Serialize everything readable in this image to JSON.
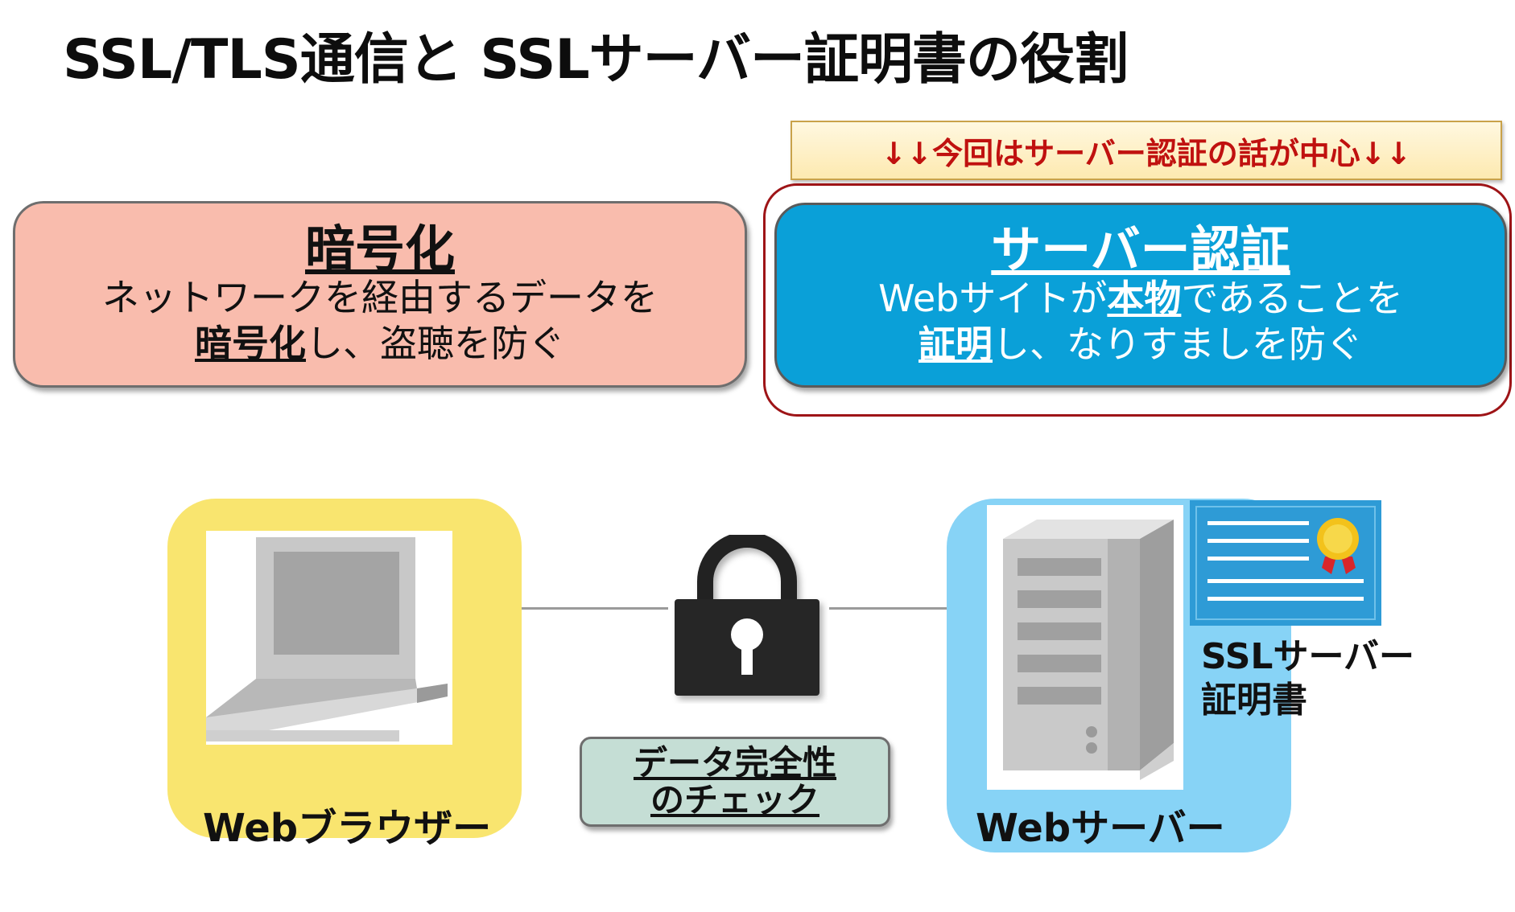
{
  "title": "SSL/TLS通信と SSLサーバー証明書の役割",
  "banner": "↓↓今回はサーバー認証の話が中心↓↓",
  "encryption": {
    "heading": "暗号化",
    "line1": "ネットワークを経由するデータを",
    "line2_em": "暗号化",
    "line2_rest": "し、盗聴を防ぐ"
  },
  "server_auth": {
    "heading": "サーバー認証",
    "line1_pre": "Webサイトが",
    "line1_em": "本物",
    "line1_post": "であることを",
    "line2_em": "証明",
    "line2_rest": "し、なりすましを防ぐ"
  },
  "browser_label": "Webブラウザー",
  "integrity": {
    "line1": "データ完全性",
    "line2": "のチェック"
  },
  "server_label": "Webサーバー",
  "cert_label": {
    "line1": "SSLサーバー",
    "line2": "証明書"
  },
  "colors": {
    "encryption_box": "#f9bcad",
    "auth_box": "#0aa0d8",
    "auth_outline": "#9e1417",
    "banner_text": "#c0110f",
    "browser_panel": "#f9e56f",
    "server_panel": "#87d3f6",
    "integrity_box": "#c5ded5"
  },
  "icons": [
    "laptop-icon",
    "padlock-icon",
    "server-tower-icon",
    "certificate-icon"
  ]
}
